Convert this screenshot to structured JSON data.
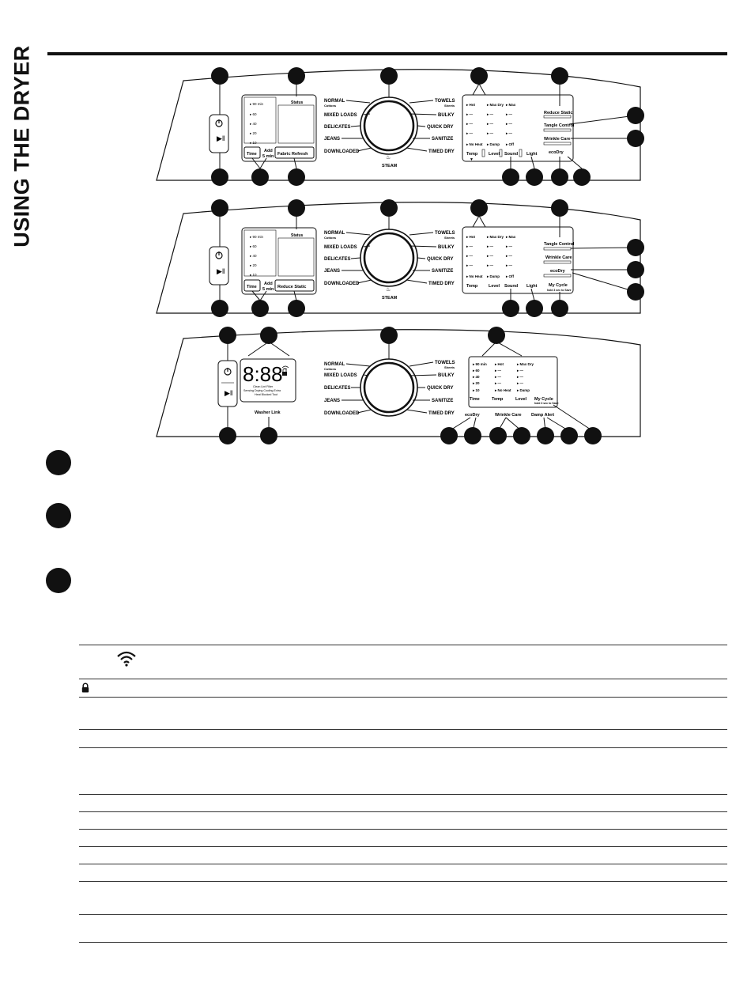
{
  "page": {
    "section_title": "USING THE DRYER"
  },
  "panels": [
    {
      "id": "panel-1",
      "display": {
        "times": [
          "▸ 90 min",
          "▸ 60",
          "▸ 40",
          "▸ 20",
          "▸ 10"
        ],
        "status_label": "Status"
      },
      "buttons": {
        "time": "Time",
        "add": "Add",
        "add_sub": "5 min",
        "option": "Fabric Refresh"
      },
      "dial_left": [
        {
          "label": "NORMAL",
          "sub": "Cottons"
        },
        {
          "label": "MIXED LOADS",
          "sub": ""
        },
        {
          "label": "DELICATES",
          "sub": ""
        },
        {
          "label": "JEANS",
          "sub": ""
        },
        {
          "label": "DOWNLOADED",
          "sub": ""
        }
      ],
      "dial_right": [
        {
          "label": "TOWELS",
          "sub": "Sheets"
        },
        {
          "label": "BULKY",
          "sub": ""
        },
        {
          "label": "QUICK DRY",
          "sub": ""
        },
        {
          "label": "SANITIZE",
          "sub": ""
        },
        {
          "label": "TIMED DRY",
          "sub": ""
        }
      ],
      "steam_label": "STEAM",
      "settings_cols": [
        [
          "▸ Hot",
          "▸ —",
          "▸ —",
          "▸ —",
          "▸ No Heat"
        ],
        [
          "▸ Max Dry",
          "▸ —",
          "▸ —",
          "▸ —",
          "▸ Damp"
        ],
        [
          "▸ Max",
          "▸ —",
          "▸ —",
          "▸ —",
          "▸ Off"
        ]
      ],
      "setting_buttons": [
        "Temp",
        "Level",
        "Sound",
        "Light"
      ],
      "right_options": [
        {
          "label": "Reduce Static",
          "sub": ""
        },
        {
          "label": "Tangle Control",
          "sub": ""
        },
        {
          "label": "Wrinkle Care",
          "sub": ""
        },
        {
          "label": "ecoDry",
          "sub": ""
        }
      ]
    },
    {
      "id": "panel-2",
      "display": {
        "times": [
          "▸ 90 min",
          "▸ 60",
          "▸ 40",
          "▸ 20",
          "▸ 10"
        ],
        "status_label": "Status"
      },
      "buttons": {
        "time": "Time",
        "add": "Add",
        "add_sub": "5 min",
        "option": "Reduce Static"
      },
      "dial_left": [
        {
          "label": "NORMAL",
          "sub": "Cottons"
        },
        {
          "label": "MIXED LOADS",
          "sub": ""
        },
        {
          "label": "DELICATES",
          "sub": ""
        },
        {
          "label": "JEANS",
          "sub": ""
        },
        {
          "label": "DOWNLOADED",
          "sub": ""
        }
      ],
      "dial_right": [
        {
          "label": "TOWELS",
          "sub": "Sheets"
        },
        {
          "label": "BULKY",
          "sub": ""
        },
        {
          "label": "QUICK DRY",
          "sub": ""
        },
        {
          "label": "SANITIZE",
          "sub": ""
        },
        {
          "label": "TIMED DRY",
          "sub": ""
        }
      ],
      "steam_label": "STEAM",
      "settings_cols": [
        [
          "▸ Hot",
          "▸ —",
          "▸ —",
          "▸ —",
          "▸ No Heat"
        ],
        [
          "▸ Max Dry",
          "▸ —",
          "▸ —",
          "▸ —",
          "▸ Damp"
        ],
        [
          "▸ Max",
          "▸ —",
          "▸ —",
          "▸ —",
          "▸ Off"
        ]
      ],
      "setting_buttons": [
        "Temp",
        "Level",
        "Sound",
        "Light"
      ],
      "right_options": [
        {
          "label": "Tangle Control",
          "sub": ""
        },
        {
          "label": "Wrinkle Care",
          "sub": ""
        },
        {
          "label": "ecoDry",
          "sub": ""
        },
        {
          "label": "My Cycle",
          "sub": "hold 3 sec to Save"
        }
      ]
    },
    {
      "id": "panel-3",
      "display": {
        "digits": "8:88",
        "labels": "Clean Lint   Filter\nSensing Drying Cooling Extra\nHeat  Blocked  Tout",
        "washer_link": "Washer Link"
      },
      "dial_left": [
        {
          "label": "NORMAL",
          "sub": "Cottons"
        },
        {
          "label": "MIXED LOADS",
          "sub": ""
        },
        {
          "label": "DELICATES",
          "sub": ""
        },
        {
          "label": "JEANS",
          "sub": ""
        },
        {
          "label": "DOWNLOADED",
          "sub": ""
        }
      ],
      "dial_right": [
        {
          "label": "TOWELS",
          "sub": "Sheets"
        },
        {
          "label": "BULKY",
          "sub": ""
        },
        {
          "label": "QUICK DRY",
          "sub": ""
        },
        {
          "label": "SANITIZE",
          "sub": ""
        },
        {
          "label": "TIMED DRY",
          "sub": ""
        }
      ],
      "settings_cols": [
        [
          "▸ 90 min",
          "▸ 60",
          "▸ 40",
          "▸ 20",
          "▸ 10"
        ],
        [
          "▸ Hot",
          "▸ —",
          "▸ —",
          "▸ —",
          "▸ No Heat"
        ],
        [
          "▸ Max Dry",
          "▸ —",
          "▸ —",
          "▸ —",
          "▸ Damp"
        ]
      ],
      "bottom_labels": [
        "Time",
        "Temp",
        "Level"
      ],
      "my_cycle": {
        "label": "My Cycle",
        "sub": "hold 3 sec to Save"
      },
      "lower_buttons": [
        "ecoDry",
        "Wrinkle Care",
        "Damp Alert"
      ]
    }
  ],
  "icons": {
    "wifi": "wifi-icon",
    "lock": "lock-icon"
  }
}
